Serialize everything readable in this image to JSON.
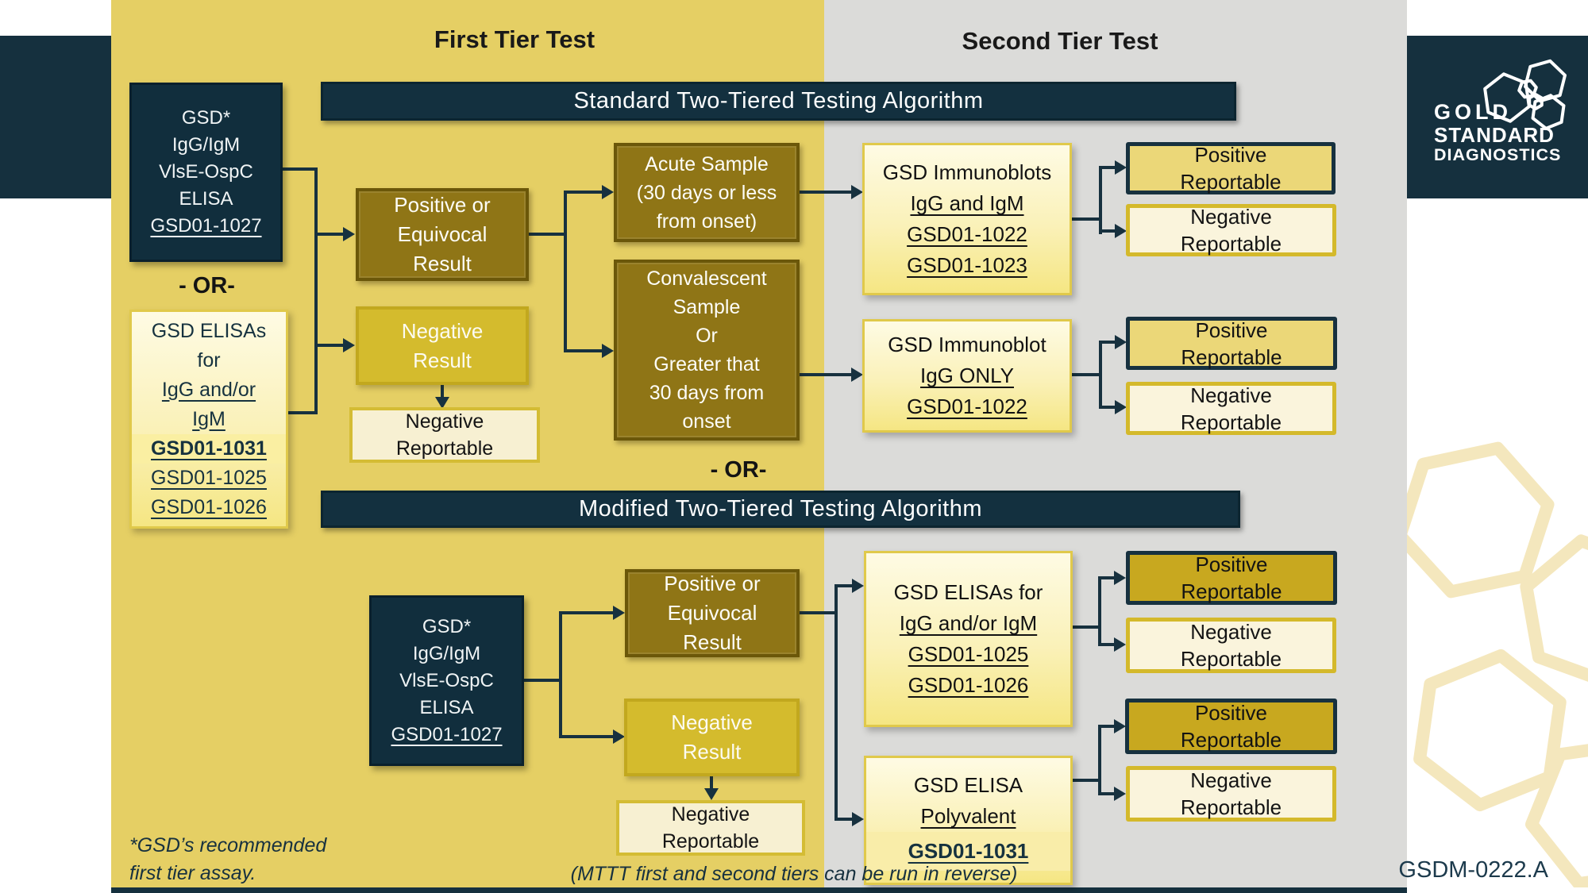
{
  "titles": {
    "first_tier": "First Tier Test",
    "second_tier": "Second Tier Test"
  },
  "banners": {
    "standard": "Standard Two-Tiered Testing Algorithm",
    "modified": "Modified Two-Tiered Testing Algorithm"
  },
  "or_label": "- OR-",
  "logo": {
    "line1": "GOLD",
    "line2": "STANDARD",
    "line3": "DIAGNOSTICS"
  },
  "first_tier_assay": {
    "line1": "GSD*",
    "line2": "IgG/IgM",
    "line3": "VlsE-OspC",
    "line4": "ELISA",
    "code": "GSD01-1027"
  },
  "elisas_left": {
    "line1": "GSD ELISAs",
    "line2": "for",
    "line3": "IgG and/or",
    "line4": "IgM",
    "code1": "GSD01-1031",
    "code2": "GSD01-1025",
    "code3": "GSD01-1026"
  },
  "results": {
    "positive_l1": "Positive or",
    "positive_l2": "Equivocal",
    "positive_l3": "Result",
    "negative_l1": "Negative",
    "negative_l2": "Result"
  },
  "reportable": {
    "positive_l1": "Positive",
    "positive_l2": "Reportable",
    "negative_l1": "Negative",
    "negative_l2": "Reportable"
  },
  "samples": {
    "acute_l1": "Acute Sample",
    "acute_l2": "(30 days or less",
    "acute_l3": "from onset)",
    "conv_l1": "Convalescent",
    "conv_l2": "Sample",
    "conv_l3": "Or",
    "conv_l4": "Greater that",
    "conv_l5": "30 days from",
    "conv_l6": "onset"
  },
  "immunoblots": {
    "line1": "GSD Immunoblots",
    "line2": "IgG and IgM",
    "code1": "GSD01-1022",
    "code2": "GSD01-1023"
  },
  "immunoblot_igg": {
    "line1": "GSD Immunoblot",
    "line2": "IgG ONLY",
    "code1": "GSD01-1022"
  },
  "elisas_bottom": {
    "line1": "GSD ELISAs for",
    "line2": "IgG and/or IgM",
    "code1": "GSD01-1025",
    "code2": "GSD01-1026"
  },
  "elisa_polyvalent": {
    "line1": "GSD ELISA",
    "line2": "Polyvalent",
    "code1": "GSD01-1031"
  },
  "footnotes": {
    "left_l1": "*GSD’s recommended",
    "left_l2": "first tier assay.",
    "middle": "(MTTT first and second tiers can be run in reverse)",
    "doc_code": "GSDM-0222.A"
  },
  "colors": {
    "navy": "#15303E",
    "panel_yellow": "#E5CF64",
    "panel_gray": "#DBDBD9",
    "olive": "#8F7516",
    "gold": "#D4BB2D",
    "cream": "#F7F0D2",
    "positive_light": "#EBD778",
    "positive_dark": "#C8A81F",
    "border_gold": "#D4BC34",
    "watermark": "#F3E3B2"
  }
}
